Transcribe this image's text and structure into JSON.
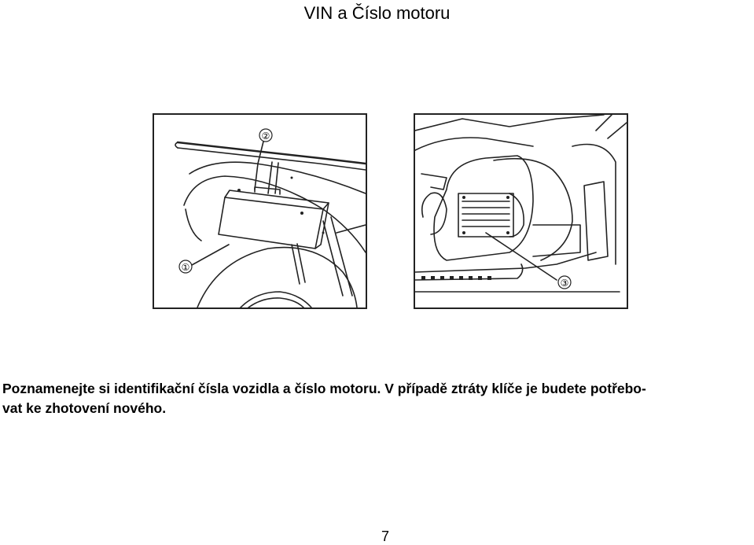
{
  "page": {
    "title": "VIN a Číslo motoru",
    "body_line_1": "Poznamenejte si identifikační čísla vozidla a číslo motoru. V případě ztráty klíče je budete potřebo-",
    "body_line_2": "vat ke zhotovení nového.",
    "page_number": "7"
  },
  "figures": {
    "left": {
      "callouts": [
        "①",
        "②"
      ]
    },
    "right": {
      "callouts": [
        "③"
      ]
    }
  },
  "colors": {
    "line": "#222222",
    "background": "#ffffff"
  }
}
